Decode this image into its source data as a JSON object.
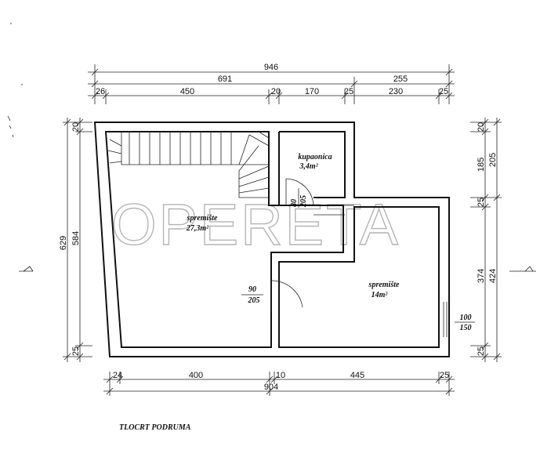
{
  "watermark": "OPERETA",
  "plan_title": "TLOCRT PODRUMA",
  "rooms": [
    {
      "name": "kupaonica",
      "area": "3,4m²"
    },
    {
      "name": "spremište",
      "area": "27,3m²"
    },
    {
      "name": "spremište",
      "area": "14m²"
    }
  ],
  "doors": [
    {
      "width": "80",
      "height": "205"
    },
    {
      "width": "90",
      "height": "205"
    },
    {
      "width": "100",
      "height": "150"
    }
  ],
  "dimensions": {
    "top_total": "946",
    "top_mid": [
      "691",
      "255"
    ],
    "top_detail": [
      "26",
      "450",
      "20",
      "170",
      "25",
      "230",
      "25"
    ],
    "bottom_detail": [
      "24",
      "400",
      "10",
      "445",
      "25"
    ],
    "bottom_total": "904",
    "left_outer": "629",
    "left_inner": "584",
    "left_top": "20",
    "left_bottom": "25",
    "right_outer": [
      "205",
      "424"
    ],
    "right_inner": [
      "20",
      "185",
      "25",
      "374",
      "25"
    ]
  },
  "colors": {
    "ink": "#111111",
    "watermark": "#b5b5b5"
  }
}
